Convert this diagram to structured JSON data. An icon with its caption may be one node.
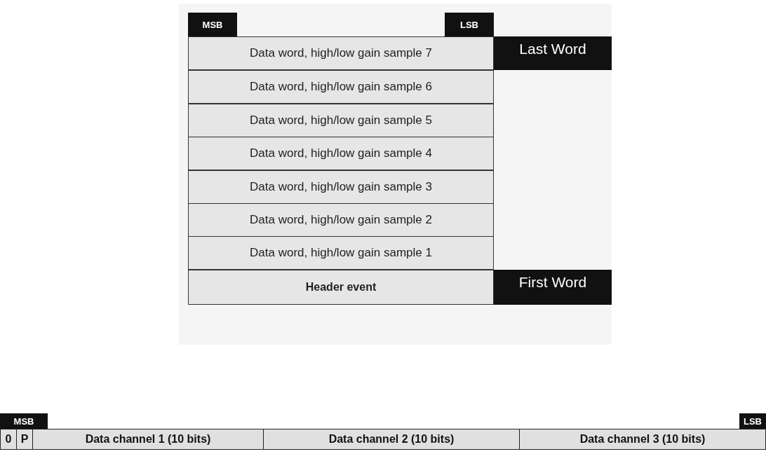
{
  "diagram": {
    "nodes": [
      {
        "text": [
          "MSB"
        ]
      },
      {
        "text": [
          "LSB"
        ]
      },
      {
        "text": [
          "Data word, high/low gain sample 7"
        ]
      },
      {
        "text": [
          "Last Word"
        ]
      },
      {
        "text": [
          "Data word, high/low gain sample 6"
        ]
      },
      {
        "text": [
          "Data word, high/low gain sample 5"
        ]
      },
      {
        "text": [
          "Data word, high/low gain sample 4"
        ]
      },
      {
        "text": [
          "Data word, high/low gain sample 3"
        ]
      },
      {
        "text": [
          "Data word, high/low gain sample 2"
        ]
      },
      {
        "text": [
          "Data word, high/low gain sample 1"
        ]
      },
      {
        "text": [
          "Header event"
        ]
      },
      {
        "text": [
          "First Word"
        ]
      },
      {
        "text": [
          "MSB"
        ]
      },
      {
        "text": [
          "LSB"
        ]
      },
      {
        "text": [
          "0"
        ]
      },
      {
        "text": [
          "P"
        ]
      },
      {
        "text": [
          "Data channel 1 (10 bits)"
        ]
      },
      {
        "text": [
          "Data channel 2 (10 bits)"
        ]
      },
      {
        "text": [
          "Data channel 3 (10 bits)"
        ]
      }
    ]
  }
}
